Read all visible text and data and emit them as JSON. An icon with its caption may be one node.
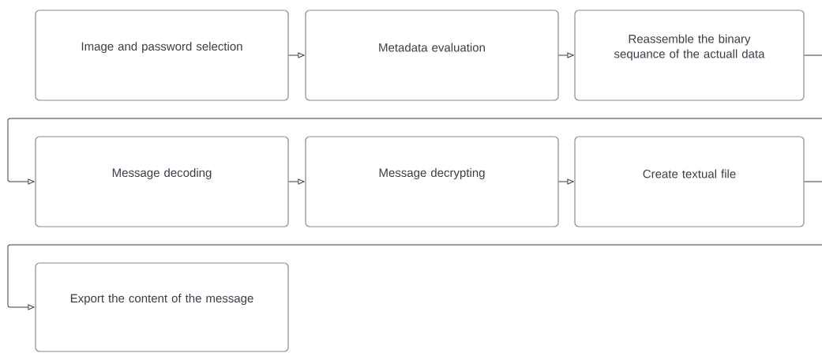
{
  "diagram": {
    "nodes": [
      {
        "text": [
          "Image and password selection"
        ]
      },
      {
        "text": [
          "Metadata evaluation"
        ]
      },
      {
        "text": [
          "Reassemble the binary sequance of the actuall data"
        ]
      },
      {
        "text": [
          "Message decoding"
        ]
      },
      {
        "text": [
          "Message decrypting"
        ]
      },
      {
        "text": [
          "Create textual file"
        ]
      },
      {
        "text": [
          "Export the content of the message"
        ]
      }
    ],
    "edges": [
      {
        "from": 0,
        "to": 1,
        "arrow": "to"
      },
      {
        "from": 1,
        "to": 2,
        "arrow": "to"
      },
      {
        "from": 2,
        "to": 3,
        "arrow": "to"
      },
      {
        "from": 3,
        "to": 4,
        "arrow": "to"
      },
      {
        "from": 4,
        "to": 5,
        "arrow": "to"
      },
      {
        "from": 5,
        "to": 6,
        "arrow": "to"
      }
    ]
  }
}
